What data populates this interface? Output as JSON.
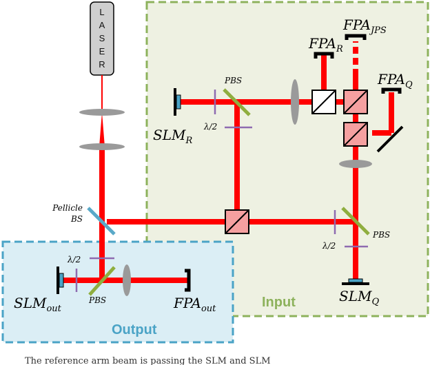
{
  "laser": {
    "letters": [
      "L",
      "A",
      "S",
      "E",
      "R"
    ]
  },
  "regions": {
    "input": {
      "title": "Input",
      "color": "#8db25c",
      "fill": "#eef1e2"
    },
    "output": {
      "title": "Output",
      "color": "#4aa3c6",
      "fill": "#dbeef5"
    }
  },
  "labels": {
    "pellicle_line1": "Pellicle",
    "pellicle_line2": "BS",
    "pbs_top": "PBS",
    "pbs_right": "PBS",
    "pbs_output": "PBS",
    "half_wave_top": "λ/2",
    "half_wave_right": "λ/2",
    "half_wave_output": "λ/2"
  },
  "components": {
    "slm_r": {
      "base": "SLM",
      "sub": "R"
    },
    "slm_q": {
      "base": "SLM",
      "sub": "Q"
    },
    "slm_out": {
      "base": "SLM",
      "sub": "out"
    },
    "fpa_r": {
      "base": "FPA",
      "sub": "R"
    },
    "fpa_jps": {
      "base": "FPA",
      "sub": "JPS"
    },
    "fpa_q": {
      "base": "FPA",
      "sub": "Q"
    },
    "fpa_out": {
      "base": "FPA",
      "sub": "out"
    }
  },
  "caption": "The reference arm beam is passing the SLM and SLM",
  "colors": {
    "beam": "#ff0000",
    "lens": "#9a9a9a",
    "waveplate": "#8e6bb0",
    "pbs": "#8fae3f"
  }
}
